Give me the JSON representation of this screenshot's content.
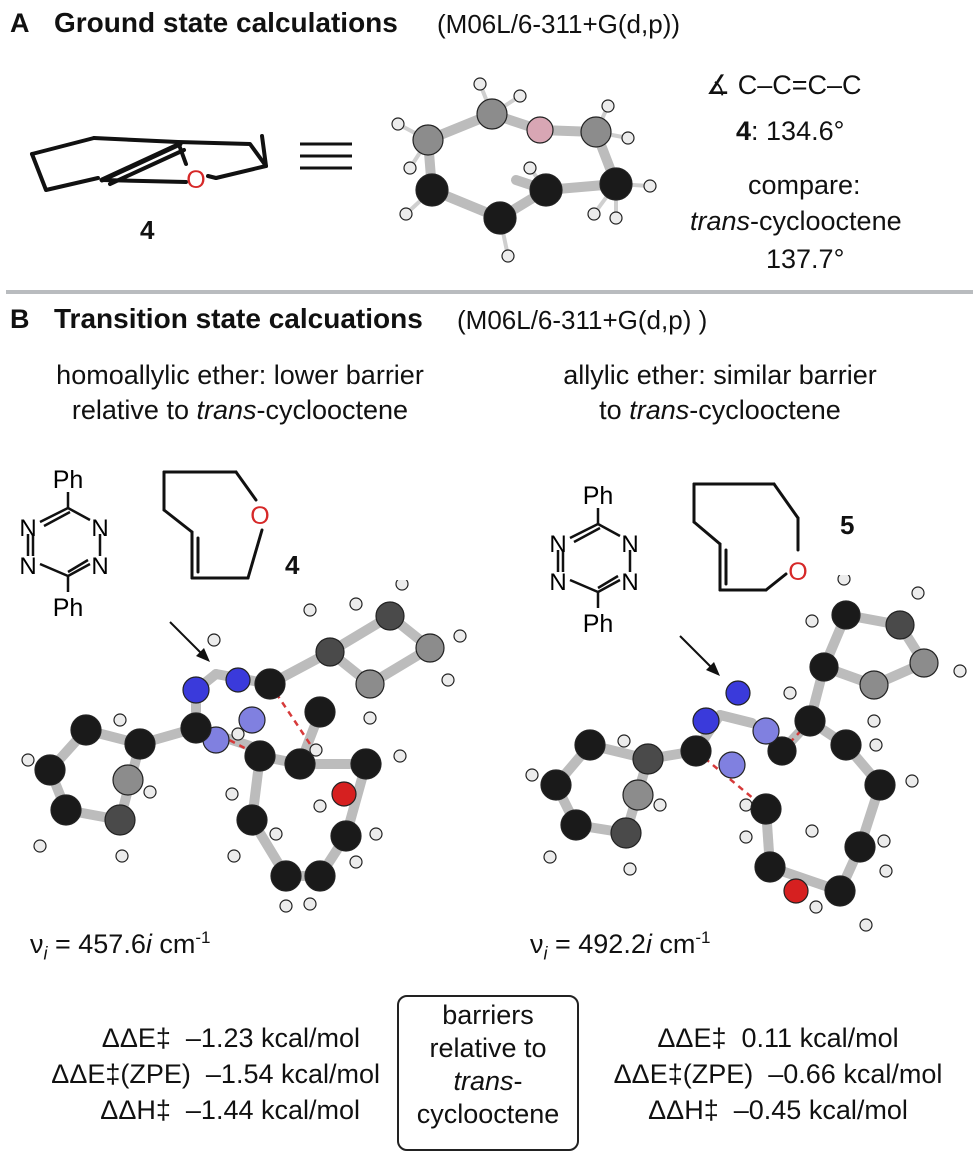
{
  "panel_a": {
    "letter": "A",
    "title": "Ground state calculations",
    "method": "(M06L/6-311+G(d,p))",
    "compound_label": "4",
    "ring_atom": "O",
    "angle_symbol": "∡",
    "angle_label": "C–C=C–C",
    "angle_compound": "4",
    "angle_value": ": 134.6°",
    "compare_label": "compare:",
    "compare_trans": "trans",
    "compare_rest": "-cyclooctene",
    "compare_value": "137.7°"
  },
  "panel_b": {
    "letter": "B",
    "title": "Transition state calcuations",
    "method": "(M06L/6-311+G(d,p) )",
    "left": {
      "heading_line1": "homoallylic ether: lower barrier",
      "heading_line2_pre": "relative to ",
      "heading_line2_ital": "trans",
      "heading_line2_post": "-cyclooctene",
      "tetrazine_top": "Ph",
      "tetrazine_bottom": "Ph",
      "n_label": "N",
      "compound_label": "4",
      "ring_atom": "O",
      "freq_symbol": "ν",
      "freq_sub": "i",
      "freq_eq": " =  457.6",
      "freq_i": "i",
      "freq_unit": " cm",
      "freq_exp": "-1",
      "energies": [
        {
          "label": "ΔΔE‡",
          "value": "–1.23 kcal/mol"
        },
        {
          "label": "ΔΔE‡(ZPE)",
          "value": "–1.54 kcal/mol"
        },
        {
          "label": "ΔΔH‡",
          "value": "–1.44 kcal/mol"
        }
      ]
    },
    "right": {
      "heading_line1": "allylic ether: similar barrier",
      "heading_line2_pre": "to ",
      "heading_line2_ital": "trans",
      "heading_line2_post": "-cyclooctene",
      "tetrazine_top": "Ph",
      "tetrazine_bottom": "Ph",
      "n_label": "N",
      "compound_label": "5",
      "ring_atom": "O",
      "freq_symbol": "ν",
      "freq_sub": "i",
      "freq_eq": " =  492.2",
      "freq_i": "i",
      "freq_unit": " cm",
      "freq_exp": "-1",
      "energies": [
        {
          "label": "ΔΔE‡",
          "value": "0.11 kcal/mol"
        },
        {
          "label": "ΔΔE‡(ZPE)",
          "value": "–0.66 kcal/mol"
        },
        {
          "label": "ΔΔH‡",
          "value": "–0.45 kcal/mol"
        }
      ]
    },
    "center_box": {
      "line1": "barriers",
      "line2": "relative to",
      "line3_ital": "trans",
      "line3_post": "-",
      "line4": "cyclooctene"
    }
  },
  "colors": {
    "divider": "#b9bcbf",
    "oxygen_text": "#d62828",
    "carbon_atom": "#1a1a1a",
    "carbon_light": "#8a8a8a",
    "hydrogen_atom": "#e6e6e6",
    "nitrogen_atom": "#3a3adb",
    "oxygen_atom": "#d62020",
    "oxygen_pink": "#d8a6b4",
    "forming_bond": "#d63a3a"
  }
}
